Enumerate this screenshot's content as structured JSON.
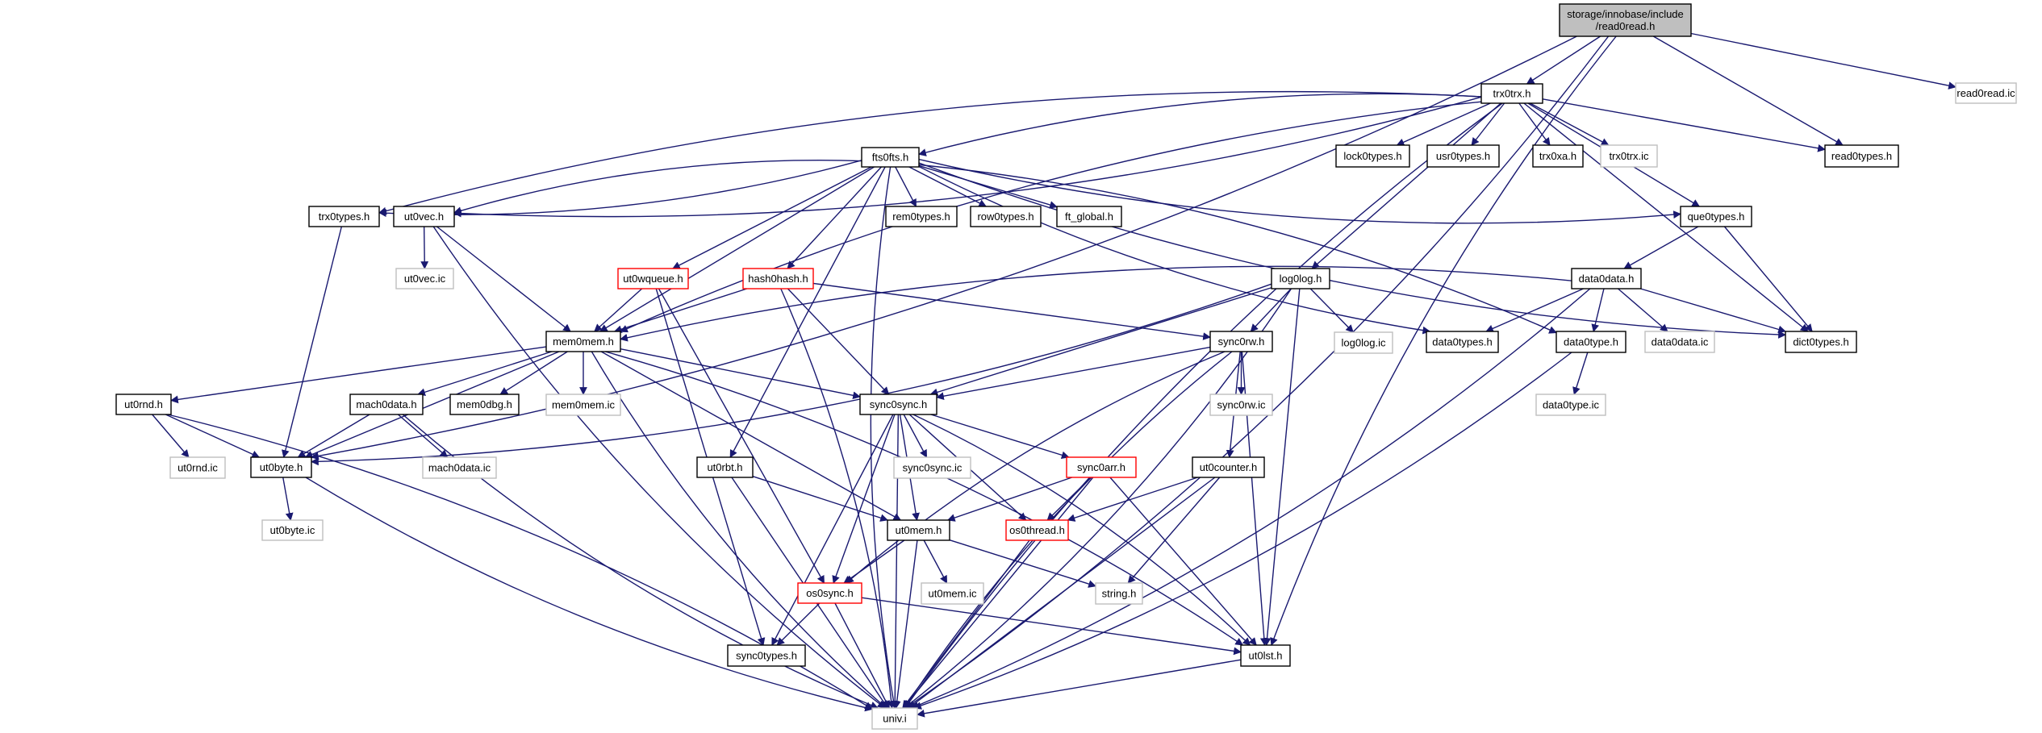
{
  "colors": {
    "edge": "#191970",
    "normal_border": "#000000",
    "truncated_border": "#ff0000",
    "missing_border": "#bfbfbf",
    "missing_text": "#7f7f7f",
    "root_fill": "#bfbfbf"
  },
  "nodes": [
    {
      "id": "root",
      "label_lines": [
        "storage/innobase/include",
        "/read0read.h"
      ],
      "kind": "root"
    },
    {
      "id": "read0read_ic",
      "label_lines": [
        "read0read.ic"
      ],
      "kind": "missing"
    },
    {
      "id": "trx0trx_h",
      "label_lines": [
        "trx0trx.h"
      ],
      "kind": "normal"
    },
    {
      "id": "fts0fts_h",
      "label_lines": [
        "fts0fts.h"
      ],
      "kind": "normal"
    },
    {
      "id": "lock0types_h",
      "label_lines": [
        "lock0types.h"
      ],
      "kind": "normal"
    },
    {
      "id": "usr0types_h",
      "label_lines": [
        "usr0types.h"
      ],
      "kind": "normal"
    },
    {
      "id": "trx0xa_h",
      "label_lines": [
        "trx0xa.h"
      ],
      "kind": "normal"
    },
    {
      "id": "trx0trx_ic",
      "label_lines": [
        "trx0trx.ic"
      ],
      "kind": "missing"
    },
    {
      "id": "read0types_h",
      "label_lines": [
        "read0types.h"
      ],
      "kind": "normal"
    },
    {
      "id": "trx0types_h",
      "label_lines": [
        "trx0types.h"
      ],
      "kind": "normal"
    },
    {
      "id": "ut0vec_h",
      "label_lines": [
        "ut0vec.h"
      ],
      "kind": "normal"
    },
    {
      "id": "ut0vec_ic",
      "label_lines": [
        "ut0vec.ic"
      ],
      "kind": "missing"
    },
    {
      "id": "rem0types_h",
      "label_lines": [
        "rem0types.h"
      ],
      "kind": "normal"
    },
    {
      "id": "row0types_h",
      "label_lines": [
        "row0types.h"
      ],
      "kind": "normal"
    },
    {
      "id": "ft_global_h",
      "label_lines": [
        "ft_global.h"
      ],
      "kind": "normal"
    },
    {
      "id": "que0types_h",
      "label_lines": [
        "que0types.h"
      ],
      "kind": "normal"
    },
    {
      "id": "ut0wqueue_h",
      "label_lines": [
        "ut0wqueue.h"
      ],
      "kind": "truncated"
    },
    {
      "id": "hash0hash_h",
      "label_lines": [
        "hash0hash.h"
      ],
      "kind": "truncated"
    },
    {
      "id": "log0log_h",
      "label_lines": [
        "log0log.h"
      ],
      "kind": "normal"
    },
    {
      "id": "data0data_h",
      "label_lines": [
        "data0data.h"
      ],
      "kind": "normal"
    },
    {
      "id": "mem0mem_h",
      "label_lines": [
        "mem0mem.h"
      ],
      "kind": "normal"
    },
    {
      "id": "log0log_ic",
      "label_lines": [
        "log0log.ic"
      ],
      "kind": "missing"
    },
    {
      "id": "sync0rw_h",
      "label_lines": [
        "sync0rw.h"
      ],
      "kind": "normal"
    },
    {
      "id": "data0types_h",
      "label_lines": [
        "data0types.h"
      ],
      "kind": "normal"
    },
    {
      "id": "data0type_h",
      "label_lines": [
        "data0type.h"
      ],
      "kind": "normal"
    },
    {
      "id": "data0data_ic",
      "label_lines": [
        "data0data.ic"
      ],
      "kind": "missing"
    },
    {
      "id": "dict0types_h",
      "label_lines": [
        "dict0types.h"
      ],
      "kind": "normal"
    },
    {
      "id": "ut0rnd_h",
      "label_lines": [
        "ut0rnd.h"
      ],
      "kind": "normal"
    },
    {
      "id": "mach0data_h",
      "label_lines": [
        "mach0data.h"
      ],
      "kind": "normal"
    },
    {
      "id": "mem0dbg_h",
      "label_lines": [
        "mem0dbg.h"
      ],
      "kind": "normal"
    },
    {
      "id": "mem0mem_ic",
      "label_lines": [
        "mem0mem.ic"
      ],
      "kind": "missing"
    },
    {
      "id": "sync0sync_h",
      "label_lines": [
        "sync0sync.h"
      ],
      "kind": "normal"
    },
    {
      "id": "sync0rw_ic",
      "label_lines": [
        "sync0rw.ic"
      ],
      "kind": "missing"
    },
    {
      "id": "data0type_ic",
      "label_lines": [
        "data0type.ic"
      ],
      "kind": "missing"
    },
    {
      "id": "ut0rnd_ic",
      "label_lines": [
        "ut0rnd.ic"
      ],
      "kind": "missing"
    },
    {
      "id": "ut0byte_h",
      "label_lines": [
        "ut0byte.h"
      ],
      "kind": "normal"
    },
    {
      "id": "mach0data_ic",
      "label_lines": [
        "mach0data.ic"
      ],
      "kind": "missing"
    },
    {
      "id": "sync0sync_ic",
      "label_lines": [
        "sync0sync.ic"
      ],
      "kind": "missing"
    },
    {
      "id": "ut0rbt_h",
      "label_lines": [
        "ut0rbt.h"
      ],
      "kind": "normal"
    },
    {
      "id": "sync0arr_h",
      "label_lines": [
        "sync0arr.h"
      ],
      "kind": "truncated"
    },
    {
      "id": "ut0counter_h",
      "label_lines": [
        "ut0counter.h"
      ],
      "kind": "normal"
    },
    {
      "id": "ut0byte_ic",
      "label_lines": [
        "ut0byte.ic"
      ],
      "kind": "missing"
    },
    {
      "id": "ut0mem_h",
      "label_lines": [
        "ut0mem.h"
      ],
      "kind": "normal"
    },
    {
      "id": "os0thread_h",
      "label_lines": [
        "os0thread.h"
      ],
      "kind": "truncated"
    },
    {
      "id": "ut0mem_ic",
      "label_lines": [
        "ut0mem.ic"
      ],
      "kind": "missing"
    },
    {
      "id": "string_h",
      "label_lines": [
        "string.h"
      ],
      "kind": "missing"
    },
    {
      "id": "os0sync_h",
      "label_lines": [
        "os0sync.h"
      ],
      "kind": "truncated"
    },
    {
      "id": "sync0types_h",
      "label_lines": [
        "sync0types.h"
      ],
      "kind": "normal"
    },
    {
      "id": "ut0lst_h",
      "label_lines": [
        "ut0lst.h"
      ],
      "kind": "normal"
    },
    {
      "id": "univ_i",
      "label_lines": [
        "univ.i"
      ],
      "kind": "missing"
    }
  ],
  "edges": [
    [
      "root",
      "trx0trx_h"
    ],
    [
      "root",
      "read0read_ic"
    ],
    [
      "root",
      "read0types_h"
    ],
    [
      "root",
      "ut0byte_h"
    ],
    [
      "root",
      "ut0lst_h"
    ],
    [
      "root",
      "univ_i"
    ],
    [
      "trx0trx_h",
      "fts0fts_h"
    ],
    [
      "trx0trx_h",
      "lock0types_h"
    ],
    [
      "trx0trx_h",
      "usr0types_h"
    ],
    [
      "trx0trx_h",
      "trx0xa_h"
    ],
    [
      "trx0trx_h",
      "trx0trx_ic"
    ],
    [
      "trx0trx_h",
      "read0types_h"
    ],
    [
      "trx0trx_h",
      "trx0types_h"
    ],
    [
      "trx0trx_h",
      "ut0vec_h"
    ],
    [
      "trx0trx_h",
      "que0types_h"
    ],
    [
      "trx0trx_h",
      "log0log_h"
    ],
    [
      "trx0trx_h",
      "mem0mem_h"
    ],
    [
      "trx0trx_h",
      "dict0types_h"
    ],
    [
      "trx0trx_h",
      "univ_i"
    ],
    [
      "fts0fts_h",
      "trx0types_h"
    ],
    [
      "fts0fts_h",
      "ut0vec_h"
    ],
    [
      "fts0fts_h",
      "rem0types_h"
    ],
    [
      "fts0fts_h",
      "row0types_h"
    ],
    [
      "fts0fts_h",
      "ft_global_h"
    ],
    [
      "fts0fts_h",
      "que0types_h"
    ],
    [
      "fts0fts_h",
      "ut0wqueue_h"
    ],
    [
      "fts0fts_h",
      "hash0hash_h"
    ],
    [
      "fts0fts_h",
      "mem0mem_h"
    ],
    [
      "fts0fts_h",
      "data0types_h"
    ],
    [
      "fts0fts_h",
      "data0type_h"
    ],
    [
      "fts0fts_h",
      "dict0types_h"
    ],
    [
      "fts0fts_h",
      "ut0rbt_h"
    ],
    [
      "fts0fts_h",
      "univ_i"
    ],
    [
      "trx0types_h",
      "ut0byte_h"
    ],
    [
      "ut0vec_h",
      "ut0vec_ic"
    ],
    [
      "ut0vec_h",
      "mem0mem_h"
    ],
    [
      "ut0vec_h",
      "univ_i"
    ],
    [
      "que0types_h",
      "data0data_h"
    ],
    [
      "que0types_h",
      "dict0types_h"
    ],
    [
      "ut0wqueue_h",
      "mem0mem_h"
    ],
    [
      "ut0wqueue_h",
      "os0sync_h"
    ],
    [
      "ut0wqueue_h",
      "sync0types_h"
    ],
    [
      "hash0hash_h",
      "mem0mem_h"
    ],
    [
      "hash0hash_h",
      "sync0rw_h"
    ],
    [
      "hash0hash_h",
      "sync0sync_h"
    ],
    [
      "hash0hash_h",
      "univ_i"
    ],
    [
      "log0log_h",
      "log0log_ic"
    ],
    [
      "log0log_h",
      "sync0rw_h"
    ],
    [
      "log0log_h",
      "sync0sync_h"
    ],
    [
      "log0log_h",
      "ut0byte_h"
    ],
    [
      "log0log_h",
      "ut0lst_h"
    ],
    [
      "log0log_h",
      "univ_i"
    ],
    [
      "data0data_h",
      "data0types_h"
    ],
    [
      "data0data_h",
      "data0type_h"
    ],
    [
      "data0data_h",
      "data0data_ic"
    ],
    [
      "data0data_h",
      "dict0types_h"
    ],
    [
      "data0data_h",
      "mem0mem_h"
    ],
    [
      "data0data_h",
      "univ_i"
    ],
    [
      "data0type_h",
      "data0type_ic"
    ],
    [
      "data0type_h",
      "univ_i"
    ],
    [
      "mem0mem_h",
      "ut0rnd_h"
    ],
    [
      "mem0mem_h",
      "mach0data_h"
    ],
    [
      "mem0mem_h",
      "mem0dbg_h"
    ],
    [
      "mem0mem_h",
      "mem0mem_ic"
    ],
    [
      "mem0mem_h",
      "sync0sync_h"
    ],
    [
      "mem0mem_h",
      "ut0byte_h"
    ],
    [
      "mem0mem_h",
      "ut0mem_h"
    ],
    [
      "mem0mem_h",
      "ut0lst_h"
    ],
    [
      "mem0mem_h",
      "univ_i"
    ],
    [
      "sync0rw_h",
      "sync0rw_ic"
    ],
    [
      "sync0rw_h",
      "sync0sync_h"
    ],
    [
      "sync0rw_h",
      "ut0counter_h"
    ],
    [
      "sync0rw_h",
      "os0sync_h"
    ],
    [
      "sync0rw_h",
      "ut0lst_h"
    ],
    [
      "sync0rw_h",
      "univ_i"
    ],
    [
      "ut0rnd_h",
      "ut0rnd_ic"
    ],
    [
      "ut0rnd_h",
      "ut0byte_h"
    ],
    [
      "ut0rnd_h",
      "univ_i"
    ],
    [
      "mach0data_h",
      "ut0byte_h"
    ],
    [
      "mach0data_h",
      "mach0data_ic"
    ],
    [
      "mach0data_h",
      "univ_i"
    ],
    [
      "sync0sync_h",
      "sync0sync_ic"
    ],
    [
      "sync0sync_h",
      "sync0arr_h"
    ],
    [
      "sync0sync_h",
      "ut0mem_h"
    ],
    [
      "sync0sync_h",
      "os0thread_h"
    ],
    [
      "sync0sync_h",
      "os0sync_h"
    ],
    [
      "sync0sync_h",
      "sync0types_h"
    ],
    [
      "sync0sync_h",
      "ut0lst_h"
    ],
    [
      "sync0sync_h",
      "univ_i"
    ],
    [
      "ut0byte_h",
      "ut0byte_ic"
    ],
    [
      "ut0byte_h",
      "univ_i"
    ],
    [
      "ut0rbt_h",
      "ut0mem_h"
    ],
    [
      "ut0rbt_h",
      "univ_i"
    ],
    [
      "sync0arr_h",
      "ut0mem_h"
    ],
    [
      "sync0arr_h",
      "os0thread_h"
    ],
    [
      "sync0arr_h",
      "ut0lst_h"
    ],
    [
      "sync0arr_h",
      "univ_i"
    ],
    [
      "ut0counter_h",
      "os0thread_h"
    ],
    [
      "ut0counter_h",
      "string_h"
    ],
    [
      "ut0counter_h",
      "univ_i"
    ],
    [
      "ut0mem_h",
      "ut0mem_ic"
    ],
    [
      "ut0mem_h",
      "string_h"
    ],
    [
      "ut0mem_h",
      "os0sync_h"
    ],
    [
      "ut0mem_h",
      "univ_i"
    ],
    [
      "os0thread_h",
      "univ_i"
    ],
    [
      "os0sync_h",
      "sync0types_h"
    ],
    [
      "os0sync_h",
      "ut0lst_h"
    ],
    [
      "os0sync_h",
      "univ_i"
    ],
    [
      "ut0lst_h",
      "univ_i"
    ]
  ]
}
